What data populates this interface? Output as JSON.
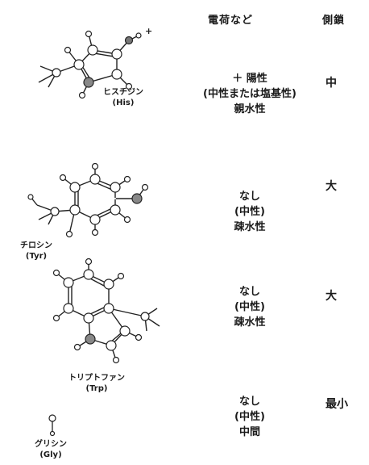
{
  "header": {
    "charge_label": "電荷など",
    "side_label": "側鎖"
  },
  "rows": [
    {
      "name_ja": "ヒスチジン",
      "name_en": "(His)",
      "charge_lines": [
        "＋ 陽性",
        "(中性または塩基性)",
        "親水性"
      ],
      "side": "中"
    },
    {
      "name_ja": "チロシン",
      "name_en": "(Tyr)",
      "charge_lines": [
        "なし",
        "(中性)",
        "疎水性"
      ],
      "side": "大"
    },
    {
      "name_ja": "トリプトファン",
      "name_en": "(Trp)",
      "charge_lines": [
        "なし",
        "(中性)",
        "疎水性"
      ],
      "side": "大"
    },
    {
      "name_ja": "グリシン",
      "name_en": "(Gly)",
      "charge_lines": [
        "なし",
        "(中性)",
        "中間"
      ],
      "side": "最小"
    }
  ]
}
